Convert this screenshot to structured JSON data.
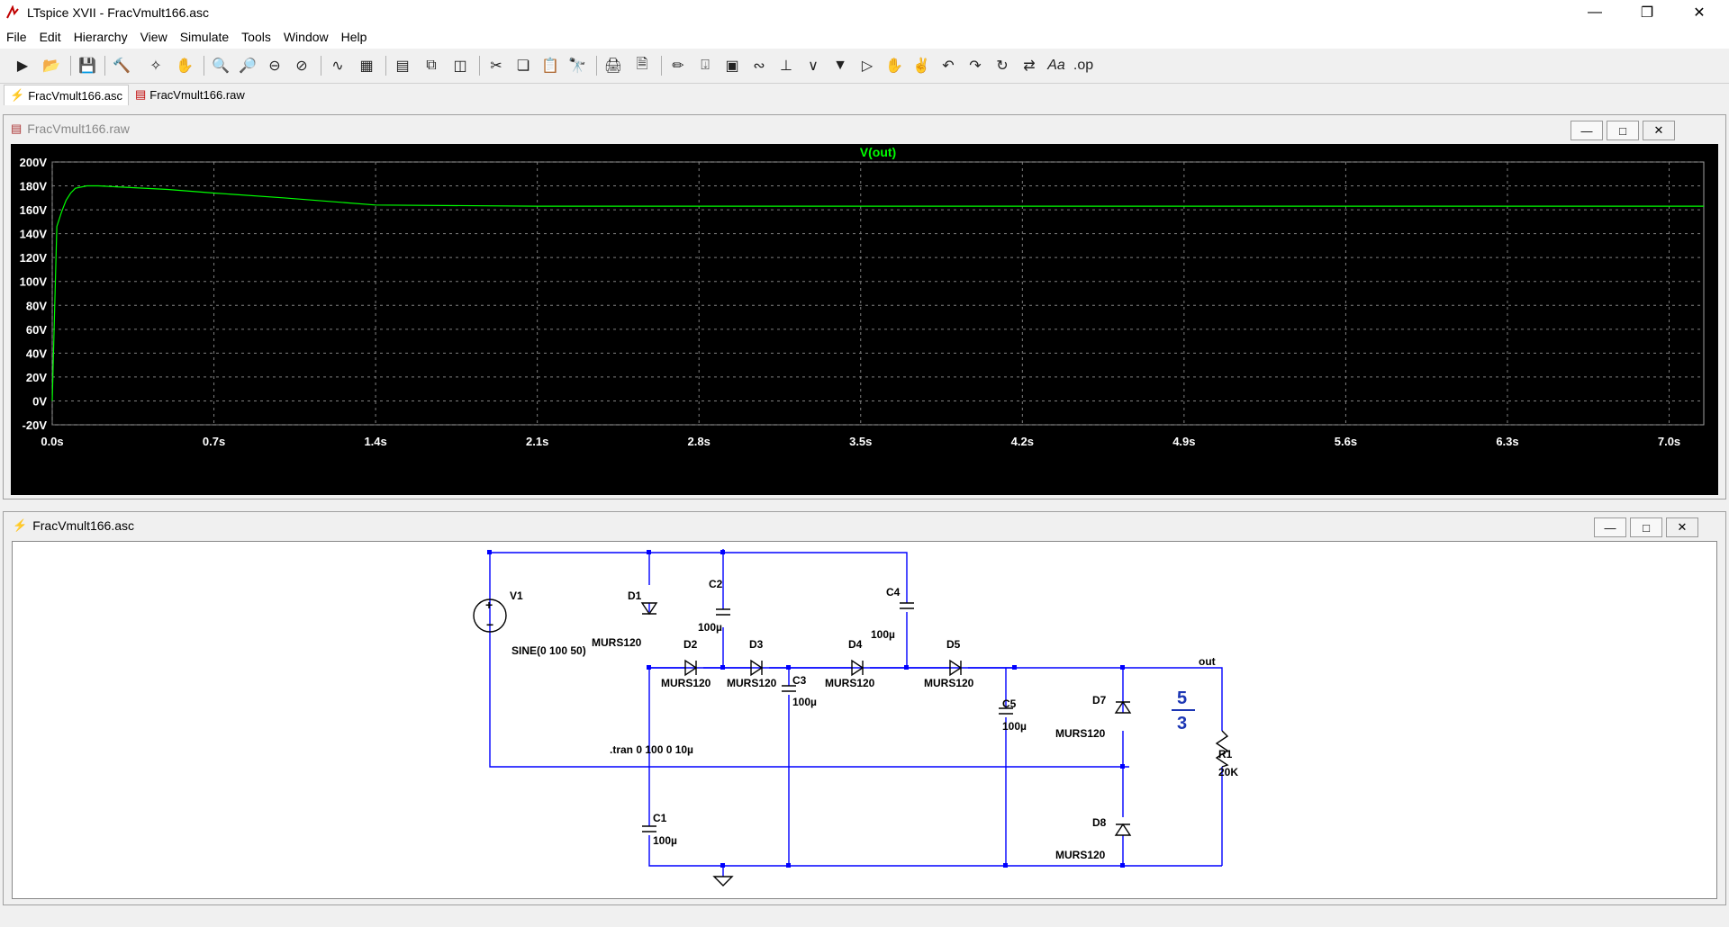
{
  "window": {
    "title": "LTspice XVII - FracVmult166.asc"
  },
  "menu": [
    "File",
    "Edit",
    "Hierarchy",
    "View",
    "Simulate",
    "Tools",
    "Window",
    "Help"
  ],
  "tabs": [
    {
      "label": "FracVmult166.asc"
    },
    {
      "label": "FracVmult166.raw"
    }
  ],
  "waveform": {
    "title": "FracVmult166.raw",
    "trace_label": "V(out)",
    "trace_color": "#00ff00",
    "y_ticks": [
      "200V",
      "180V",
      "160V",
      "140V",
      "120V",
      "100V",
      "80V",
      "60V",
      "40V",
      "20V",
      "0V",
      "-20V"
    ],
    "x_ticks": [
      "0.0s",
      "0.7s",
      "1.4s",
      "2.1s",
      "2.8s",
      "3.5s",
      "4.2s",
      "4.9s",
      "5.6s",
      "6.3s",
      "7.0s"
    ]
  },
  "chart_data": {
    "type": "line",
    "title": "V(out)",
    "xlabel": "",
    "ylabel": "",
    "xlim": [
      0,
      7.15
    ],
    "ylim": [
      -20,
      200
    ],
    "grid": true,
    "series": [
      {
        "name": "V(out)",
        "x": [
          0,
          0.02,
          0.04,
          0.06,
          0.08,
          0.1,
          0.15,
          0.2,
          0.3,
          0.5,
          0.7,
          1.0,
          1.4,
          2.1,
          2.8,
          3.5,
          4.2,
          4.9,
          5.6,
          6.3,
          7.15
        ],
        "y": [
          0,
          146,
          158,
          168,
          174,
          178,
          180,
          180,
          179,
          177,
          174,
          170,
          164,
          163,
          163,
          163,
          163,
          163,
          163,
          163,
          163
        ]
      }
    ]
  },
  "schematic": {
    "title": "FracVmult166.asc",
    "labels": {
      "V1": "V1",
      "V1_value": "SINE(0 100 50)",
      "D1": "D1",
      "D1_model": "MURS120",
      "D2": "D2",
      "D2_model": "MURS120",
      "D3": "D3",
      "D3_model": "MURS120",
      "D4": "D4",
      "D4_model": "MURS120",
      "D5": "D5",
      "D5_model": "MURS120",
      "D7": "D7",
      "D7_model": "MURS120",
      "D8": "D8",
      "D8_model": "MURS120",
      "C1": "C1",
      "C1_value": "100µ",
      "C2": "C2",
      "C2_value": "100µ",
      "C3": "C3",
      "C3_value": "100µ",
      "C4": "C4",
      "C4_value": "100µ",
      "C5": "C5",
      "C5_value": "100µ",
      "R1": "R1",
      "R1_value": "20K",
      "out": "out",
      "tran": ".tran 0 100 0 10µ",
      "frac_num": "5",
      "frac_den": "3"
    }
  }
}
